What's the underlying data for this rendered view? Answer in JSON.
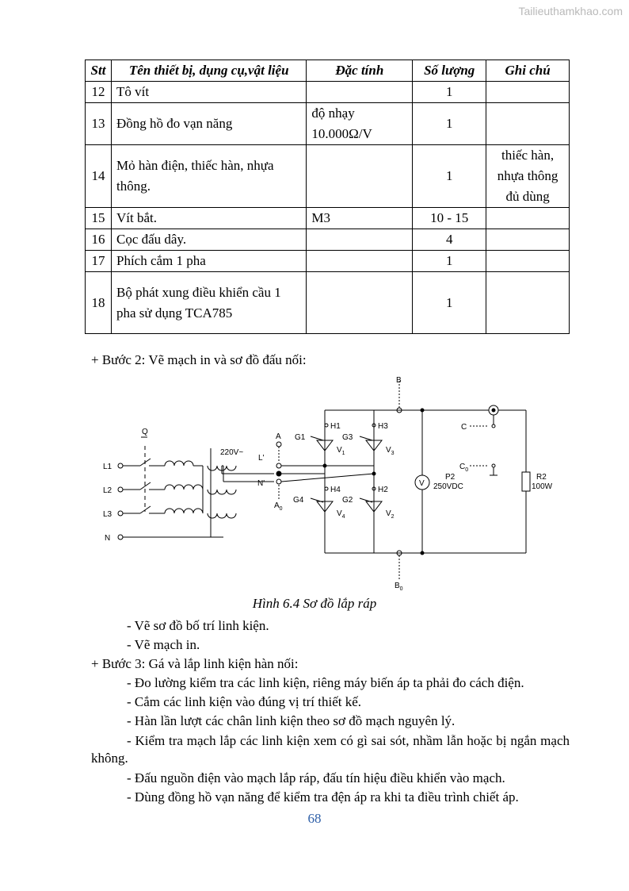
{
  "watermark": "Tailieuthamkhao.com",
  "table": {
    "headers": [
      "Stt",
      "Tên thiết bị, dụng cụ,vật liệu",
      "Đặc tính",
      "Số lượng",
      "Ghi chú"
    ],
    "rows": [
      {
        "stt": "12",
        "name": "Tô vít",
        "spec": "",
        "qty": "1",
        "note": ""
      },
      {
        "stt": "13",
        "name": "Đồng hồ đo vạn năng",
        "spec": "độ nhạy 10.000Ω/V",
        "qty": "1",
        "note": ""
      },
      {
        "stt": "14",
        "name": "Mỏ hàn điện, thiếc hàn, nhựa thông.",
        "spec": "",
        "qty": "1",
        "note": "thiếc hàn, nhựa thông đủ dùng"
      },
      {
        "stt": "15",
        "name": "Vít bắt.",
        "spec": "M3",
        "qty": "10 - 15",
        "note": ""
      },
      {
        "stt": "16",
        "name": "Cọc đấu dây.",
        "spec": "",
        "qty": "4",
        "note": ""
      },
      {
        "stt": "17",
        "name": "Phích cắm 1 pha",
        "spec": "",
        "qty": "1",
        "note": ""
      },
      {
        "stt": "18",
        "name": "Bộ phát xung điều khiển cầu 1 pha sử dụng TCA785",
        "spec": "",
        "qty": "1",
        "note": ""
      }
    ]
  },
  "step2": "+ Bước 2:  Vẽ mạch in và sơ đồ đấu nối:",
  "diagram": {
    "labels": {
      "B": "B",
      "B0": "B",
      "B0_sub": "0",
      "Q": "Q",
      "L1": "L1",
      "L2": "L2",
      "L3": "L3",
      "N": "N",
      "v220": "220V~",
      "A": "A",
      "A0": "A",
      "A0_sub": "0",
      "Lp": "L'",
      "Np": "N'",
      "G1": "G1",
      "G2": "G2",
      "G3": "G3",
      "G4": "G4",
      "H1": "H1",
      "H2": "H2",
      "H3": "H3",
      "H4": "H4",
      "V1": "V",
      "V1_sub": "1",
      "V2": "V",
      "V2_sub": "2",
      "V3": "V",
      "V3_sub": "3",
      "V4": "V",
      "V4_sub": "4",
      "C": "C",
      "C0": "C",
      "C0_sub": "0",
      "V": "V",
      "P2": "P2",
      "P2_spec": "250VDC",
      "R2": "R2",
      "R2_spec": "100W"
    }
  },
  "caption": "Hình 6.4 Sơ đồ lắp ráp",
  "lines": {
    "l1": "- Vẽ sơ đồ bố trí linh kiện.",
    "l2": "- Vẽ mạch in.",
    "step3": "+ Bước 3: Gá và lắp linh kiện hàn nối:",
    "l3": "- Đo lường kiểm tra các linh kiện, riêng máy biến áp ta phải đo cách điện.",
    "l4": "- Cắm các linh kiện vào đúng vị trí thiết kế.",
    "l5": "- Hàn lần lượt các chân linh kiện theo sơ đồ mạch nguyên lý.",
    "l6": "- Kiểm tra mạch lắp các linh kiện xem có gì sai sót, nhầm lẫn hoặc bị ngắn mạch không.",
    "l7": "- Đấu nguồn điện vào mạch lắp ráp, đấu tín hiệu điều khiển vào mạch.",
    "l8": "- Dùng đồng hồ vạn năng để kiểm tra đện áp ra khi ta điều trình chiết áp."
  },
  "page_number": "68"
}
